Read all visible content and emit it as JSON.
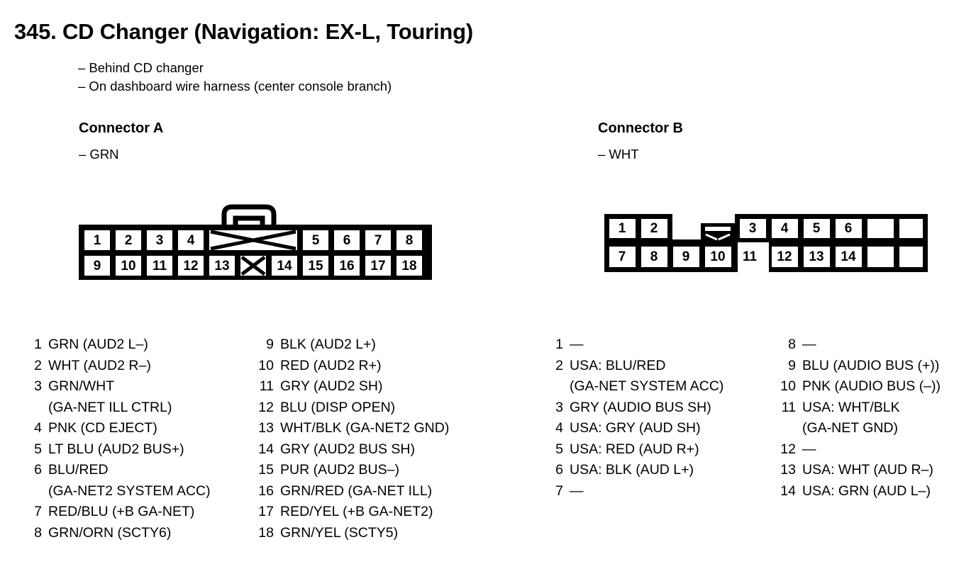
{
  "page": {
    "title": "345. CD Changer (Navigation: EX-L, Touring)",
    "subtitles": [
      "– Behind CD changer",
      "– On dashboard wire harness (center console branch)"
    ]
  },
  "connector_a": {
    "title": "Connector A",
    "color_note": "– GRN",
    "diagram": {
      "top_row": [
        "1",
        "2",
        "3",
        "4",
        "blank-wide-x",
        "5",
        "6",
        "7",
        "8"
      ],
      "bottom_row": [
        "9",
        "10",
        "11",
        "12",
        "13",
        "blank-x",
        "14",
        "15",
        "16",
        "17",
        "18"
      ],
      "latch": "latch-tab"
    },
    "pins_column_1": [
      {
        "num": "1",
        "desc": "GRN (AUD2 L–)"
      },
      {
        "num": "2",
        "desc": "WHT (AUD2 R–)"
      },
      {
        "num": "3",
        "desc": "GRN/WHT\n(GA-NET ILL CTRL)"
      },
      {
        "num": "4",
        "desc": "PNK (CD EJECT)"
      },
      {
        "num": "5",
        "desc": "LT BLU (AUD2 BUS+)"
      },
      {
        "num": "6",
        "desc": "BLU/RED\n(GA-NET2 SYSTEM ACC)"
      },
      {
        "num": "7",
        "desc": "RED/BLU (+B GA-NET)"
      },
      {
        "num": "8",
        "desc": "GRN/ORN (SCTY6)"
      }
    ],
    "pins_column_2": [
      {
        "num": "9",
        "desc": "BLK (AUD2 L+)"
      },
      {
        "num": "10",
        "desc": "RED (AUD2 R+)"
      },
      {
        "num": "11",
        "desc": "GRY (AUD2 SH)"
      },
      {
        "num": "12",
        "desc": "BLU (DISP OPEN)"
      },
      {
        "num": "13",
        "desc": "WHT/BLK (GA-NET2 GND)"
      },
      {
        "num": "14",
        "desc": "GRY (AUD2 BUS SH)"
      },
      {
        "num": "15",
        "desc": "PUR (AUD2 BUS–)"
      },
      {
        "num": "16",
        "desc": "GRN/RED (GA-NET ILL)"
      },
      {
        "num": "17",
        "desc": "RED/YEL (+B GA-NET2)"
      },
      {
        "num": "18",
        "desc": "GRN/YEL (SCTY5)"
      }
    ]
  },
  "connector_b": {
    "title": "Connector B",
    "color_note": "– WHT",
    "diagram": {
      "top_row": [
        "1",
        "2",
        "gap",
        "latch-notch",
        "gap",
        "3",
        "4",
        "5",
        "6"
      ],
      "bottom_row": [
        "7",
        "8",
        "9",
        "10",
        "11",
        "empty",
        "12",
        "13",
        "14"
      ],
      "latch": "latch-notch"
    },
    "pins_column_1": [
      {
        "num": "1",
        "desc": "—"
      },
      {
        "num": "2",
        "desc": "USA: BLU/RED\n(GA-NET SYSTEM ACC)"
      },
      {
        "num": "3",
        "desc": "GRY (AUDIO BUS SH)"
      },
      {
        "num": "4",
        "desc": "USA: GRY (AUD SH)"
      },
      {
        "num": "5",
        "desc": "USA: RED (AUD R+)"
      },
      {
        "num": "6",
        "desc": "USA: BLK (AUD L+)"
      },
      {
        "num": "7",
        "desc": "—"
      }
    ],
    "pins_column_2": [
      {
        "num": "8",
        "desc": "—"
      },
      {
        "num": "9",
        "desc": "BLU (AUDIO BUS (+))"
      },
      {
        "num": "10",
        "desc": "PNK (AUDIO BUS (–))"
      },
      {
        "num": "11",
        "desc": "USA: WHT/BLK\n(GA-NET GND)"
      },
      {
        "num": "12",
        "desc": "—"
      },
      {
        "num": "13",
        "desc": "USA: WHT (AUD R–)"
      },
      {
        "num": "14",
        "desc": "USA: GRN (AUD L–)"
      }
    ]
  },
  "colors": {
    "ink": "#000000",
    "paper": "#ffffff"
  }
}
